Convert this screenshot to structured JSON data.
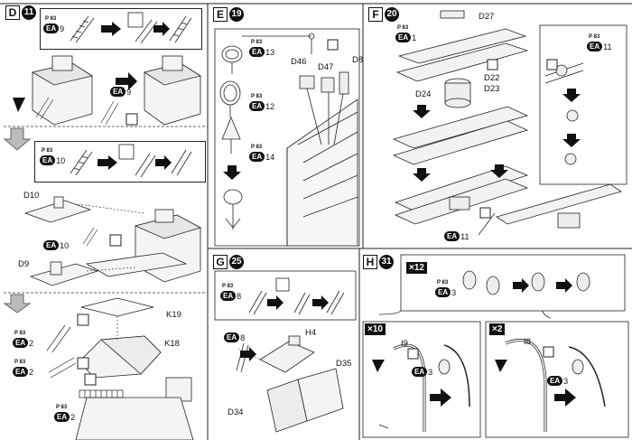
{
  "sections": {
    "D": {
      "letter": "D",
      "step": "11"
    },
    "E": {
      "letter": "E",
      "step": "19"
    },
    "F": {
      "letter": "F",
      "step": "20"
    },
    "G": {
      "letter": "G",
      "step": "25"
    },
    "H": {
      "letter": "H",
      "step": "31"
    }
  },
  "runner_mark": "P 83",
  "part_prefix": "EA",
  "labels": {
    "d10": "D10",
    "d9": "D9",
    "k19": "K19",
    "k18": "K18",
    "d46": "D46",
    "d47": "D47",
    "d8": "D8",
    "d27": "D27",
    "d22": "D22",
    "d23": "D23",
    "d24": "D24",
    "h4": "H4",
    "d35": "D35",
    "d34": "D34",
    "i9": "I9",
    "i8": "I8"
  },
  "ea_parts": {
    "d_a": "9",
    "d_b": "9",
    "d_c": "10",
    "d_d": "10",
    "d_e": "2",
    "d_f": "2",
    "d_g": "2",
    "e_a": "13",
    "e_b": "12",
    "e_c": "14",
    "f_a": "1",
    "f_b": "11",
    "f_c": "11",
    "g_a": "8",
    "g_b": "8",
    "h_a": "3",
    "h_b": "3",
    "h_c": "3"
  },
  "multipliers": {
    "h_top": "×12",
    "h_left": "×10",
    "h_right": "×2"
  }
}
